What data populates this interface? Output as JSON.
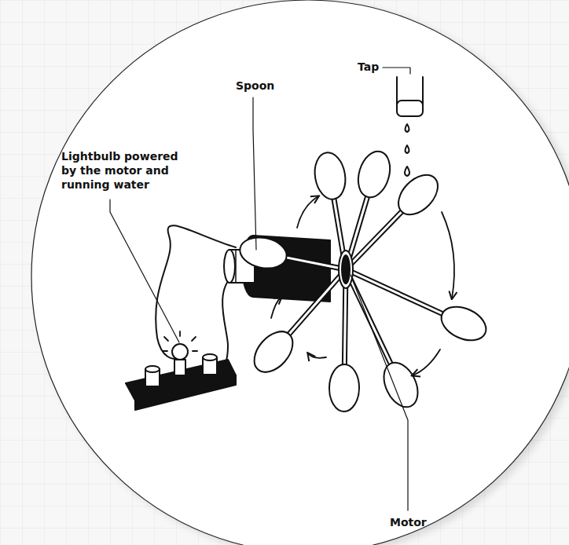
{
  "diagram": {
    "labels": [
      "Tap",
      "Spoon",
      "Lightbulb powered by the motor and running water",
      "Motor"
    ]
  }
}
